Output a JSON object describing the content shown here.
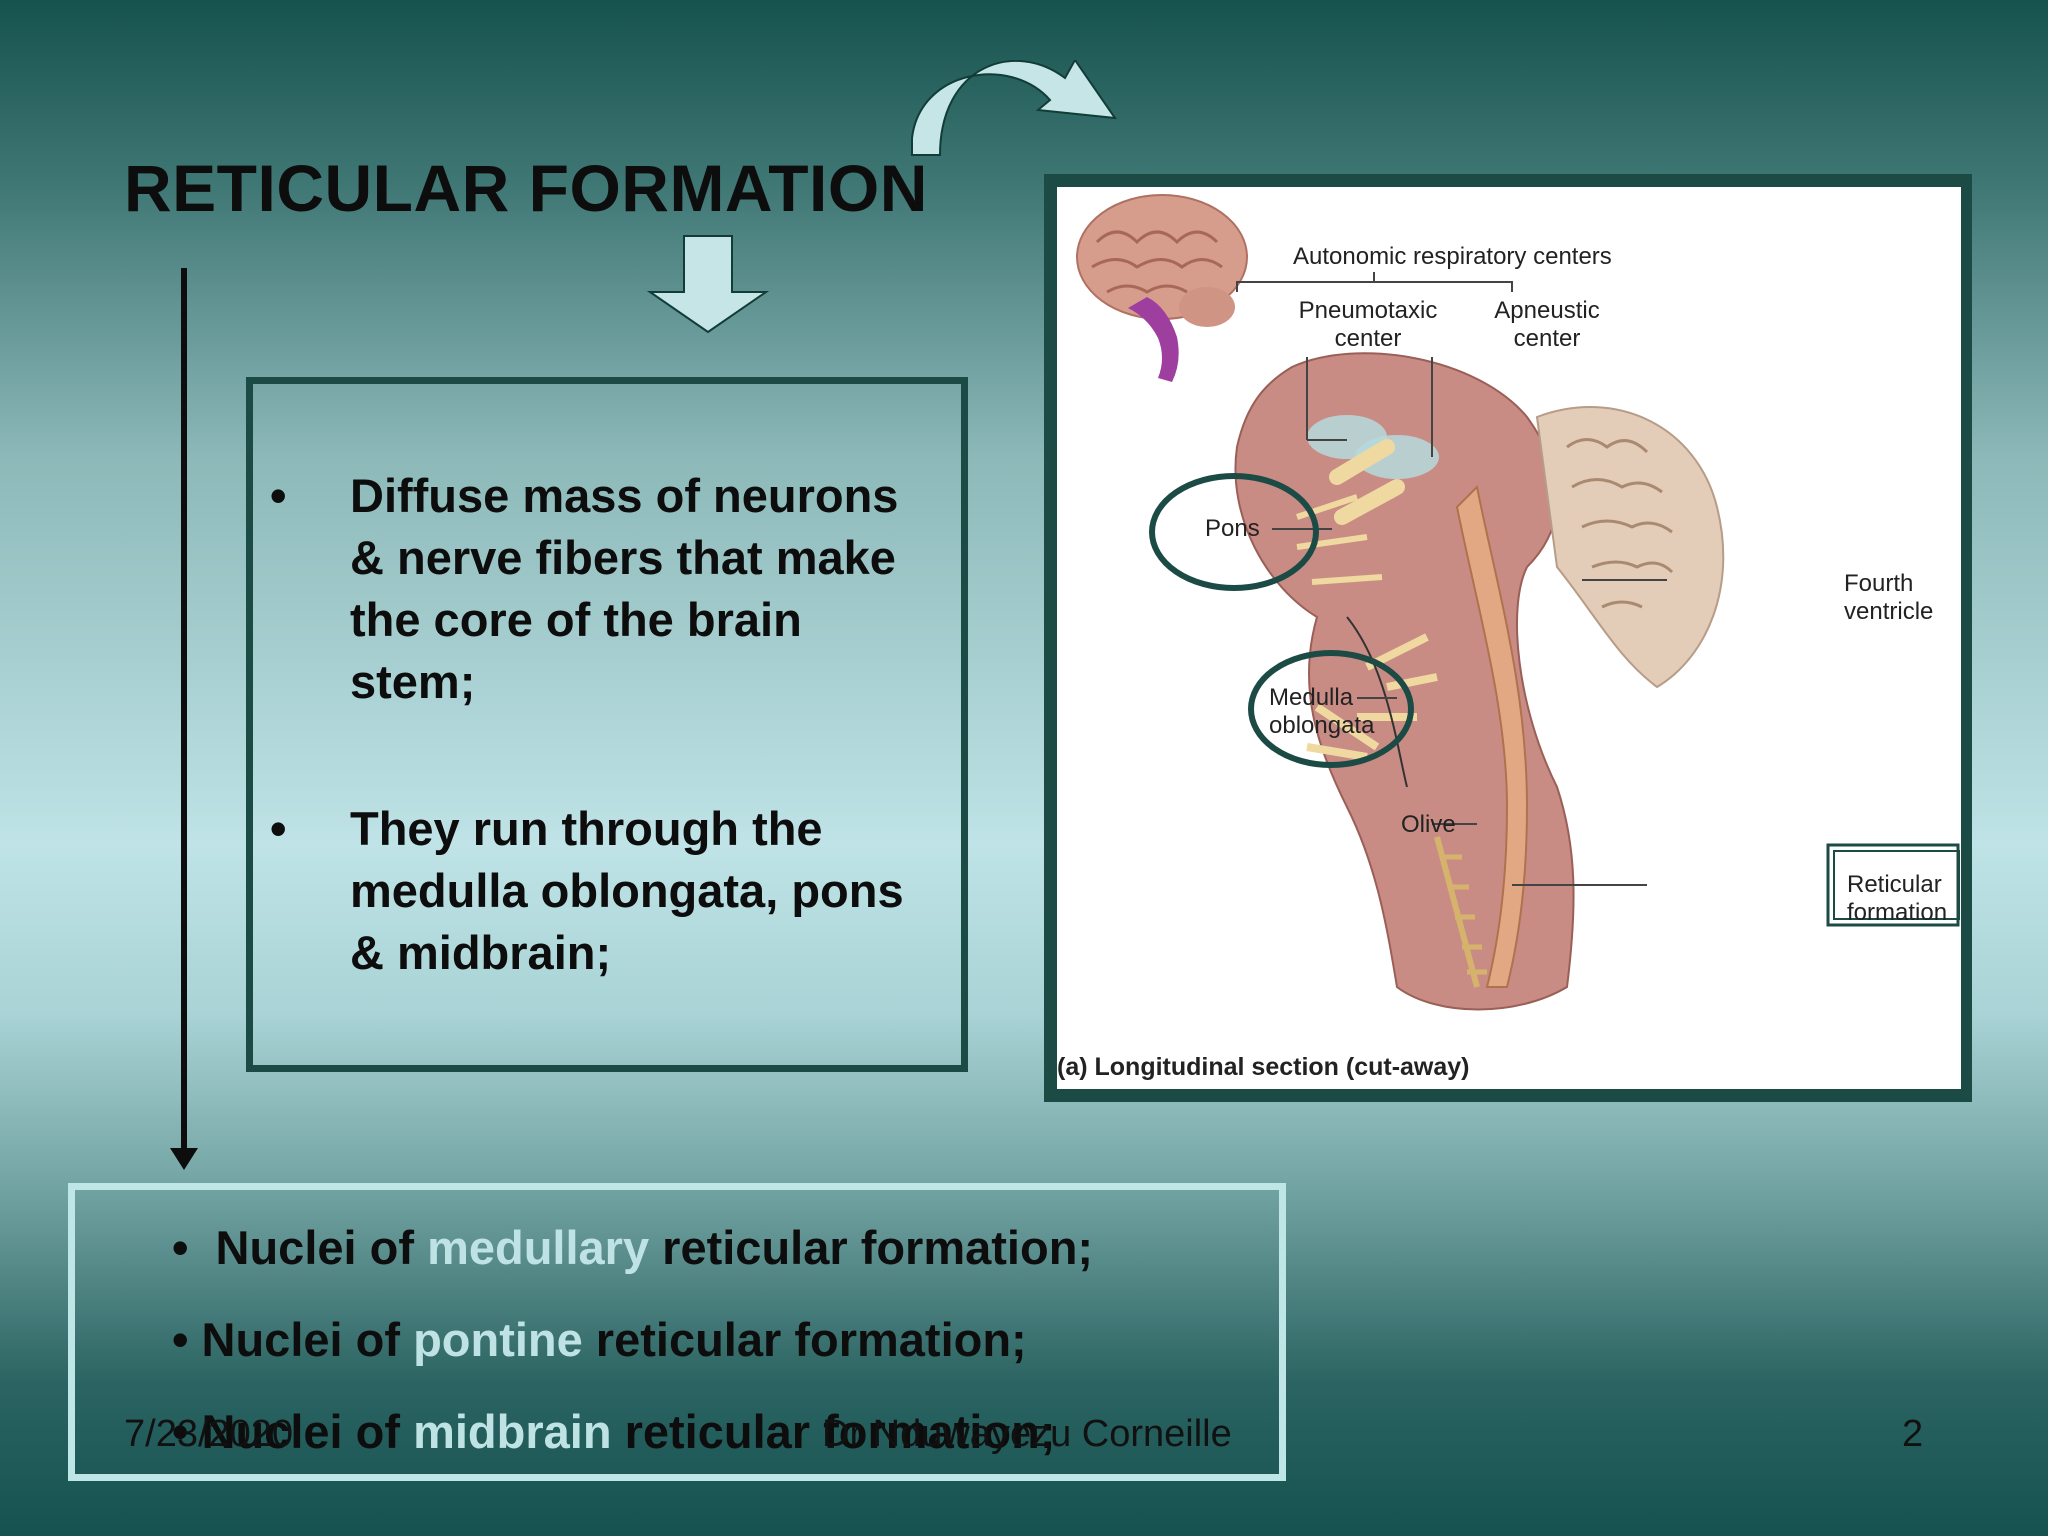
{
  "slide": {
    "title": "RETICULAR FORMATION",
    "box1": {
      "bullet_char": "•",
      "items": [
        "Diffuse mass of neurons & nerve fibers that make the core of the brain stem;",
        "They run through the medulla oblongata, pons & midbrain;"
      ]
    },
    "box2": {
      "bullet_char": "•",
      "items": [
        {
          "prefix": "Nuclei of ",
          "highlight": "medullary",
          "suffix": " reticular formation;"
        },
        {
          "prefix": "Nuclei of ",
          "highlight": "pontine",
          "suffix": " reticular formation;"
        },
        {
          "prefix": "Nuclei of ",
          "highlight": "midbrain",
          "suffix": " reticular formation;"
        }
      ]
    },
    "highlight_color": "#bfe3e4"
  },
  "figure": {
    "labels": {
      "autonomic": "Autonomic respiratory centers",
      "pneumotaxic": "Pneumotaxic center",
      "apneustic": "Apneustic center",
      "pons": "Pons",
      "fourth_ventricle": "Fourth ventricle",
      "medulla": "Medulla oblongata",
      "olive": "Olive",
      "reticular": "Reticular formation",
      "caption": "(a) Longitudinal section (cut-away)"
    }
  },
  "footer": {
    "date": "7/23/2020",
    "author": "Dr Nduwayezu Corneille",
    "page": "2"
  }
}
